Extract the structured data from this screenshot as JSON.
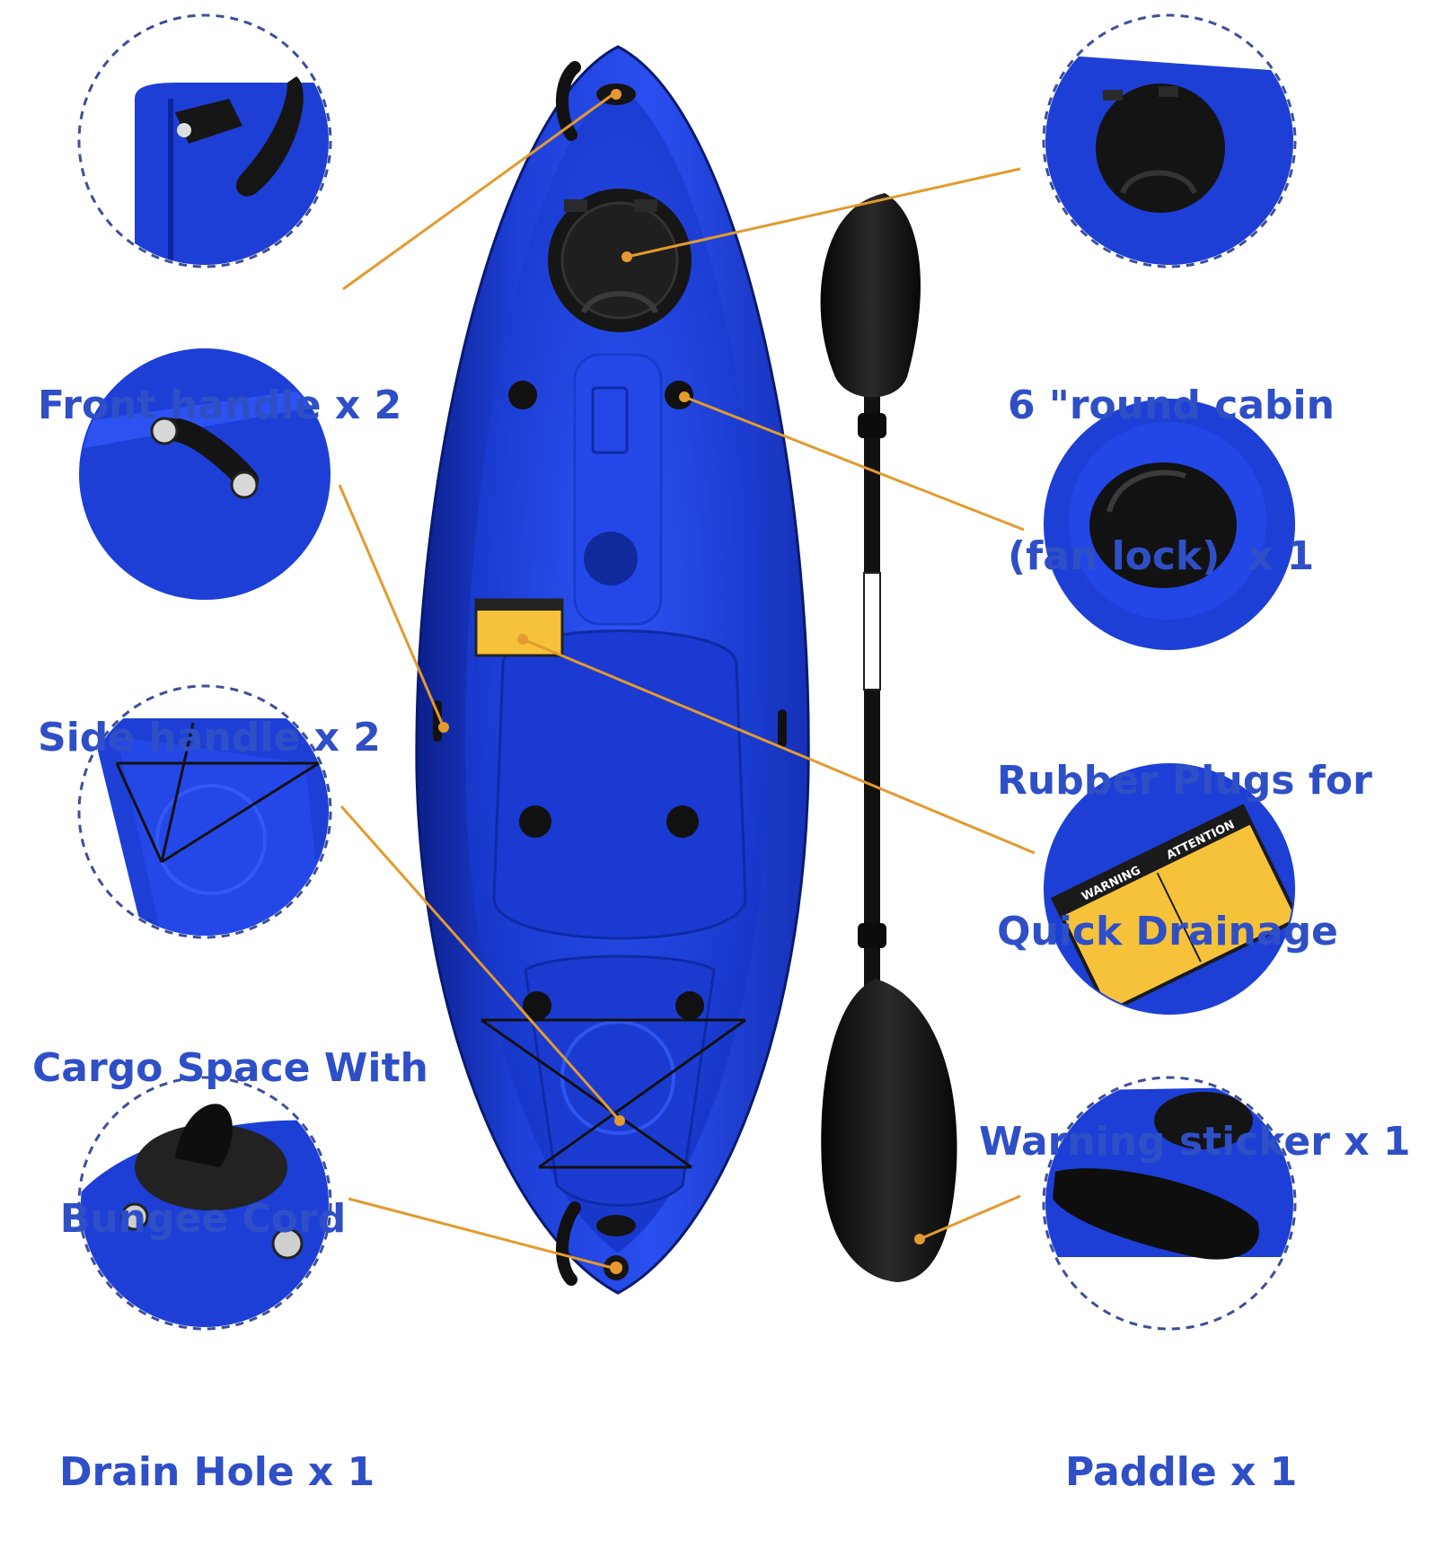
{
  "colors": {
    "label_text": "#2f4fc7",
    "leader_line": "#e39a2f",
    "circle_dash": "#3c4f9a",
    "kayak_blue": "#1d3fd6",
    "kayak_dark": "#0c1f8c",
    "paddle_black": "#141414",
    "sticker_yellow": "#f6c23a"
  },
  "callouts": [
    {
      "id": "front-handle",
      "lines": [
        "Front handle x 2"
      ],
      "icon": "front-handle-icon"
    },
    {
      "id": "side-handle",
      "lines": [
        "Side handle x 2"
      ],
      "icon": "side-handle-icon"
    },
    {
      "id": "cargo-space",
      "lines": [
        "Cargo Space With",
        "Bungee Cord"
      ],
      "icon": "bungee-cord-icon"
    },
    {
      "id": "drain-hole",
      "lines": [
        "Drain Hole x 1"
      ],
      "icon": "drain-plug-icon"
    },
    {
      "id": "round-cabin",
      "lines": [
        "6 \"round cabin",
        "(fan lock)  x 1"
      ],
      "icon": "hatch-cover-icon"
    },
    {
      "id": "rubber-plugs",
      "lines": [
        "Rubber Plugs for",
        "Quick Drainage"
      ],
      "icon": "rubber-plug-icon"
    },
    {
      "id": "warning-sticker",
      "lines": [
        "Warning sticker x 1"
      ],
      "icon": "warning-sticker-icon"
    },
    {
      "id": "paddle",
      "lines": [
        "Paddle x 1"
      ],
      "icon": "paddle-blade-icon"
    }
  ],
  "sticker": {
    "title_left": "WARNING",
    "title_right": "ATTENTION"
  }
}
